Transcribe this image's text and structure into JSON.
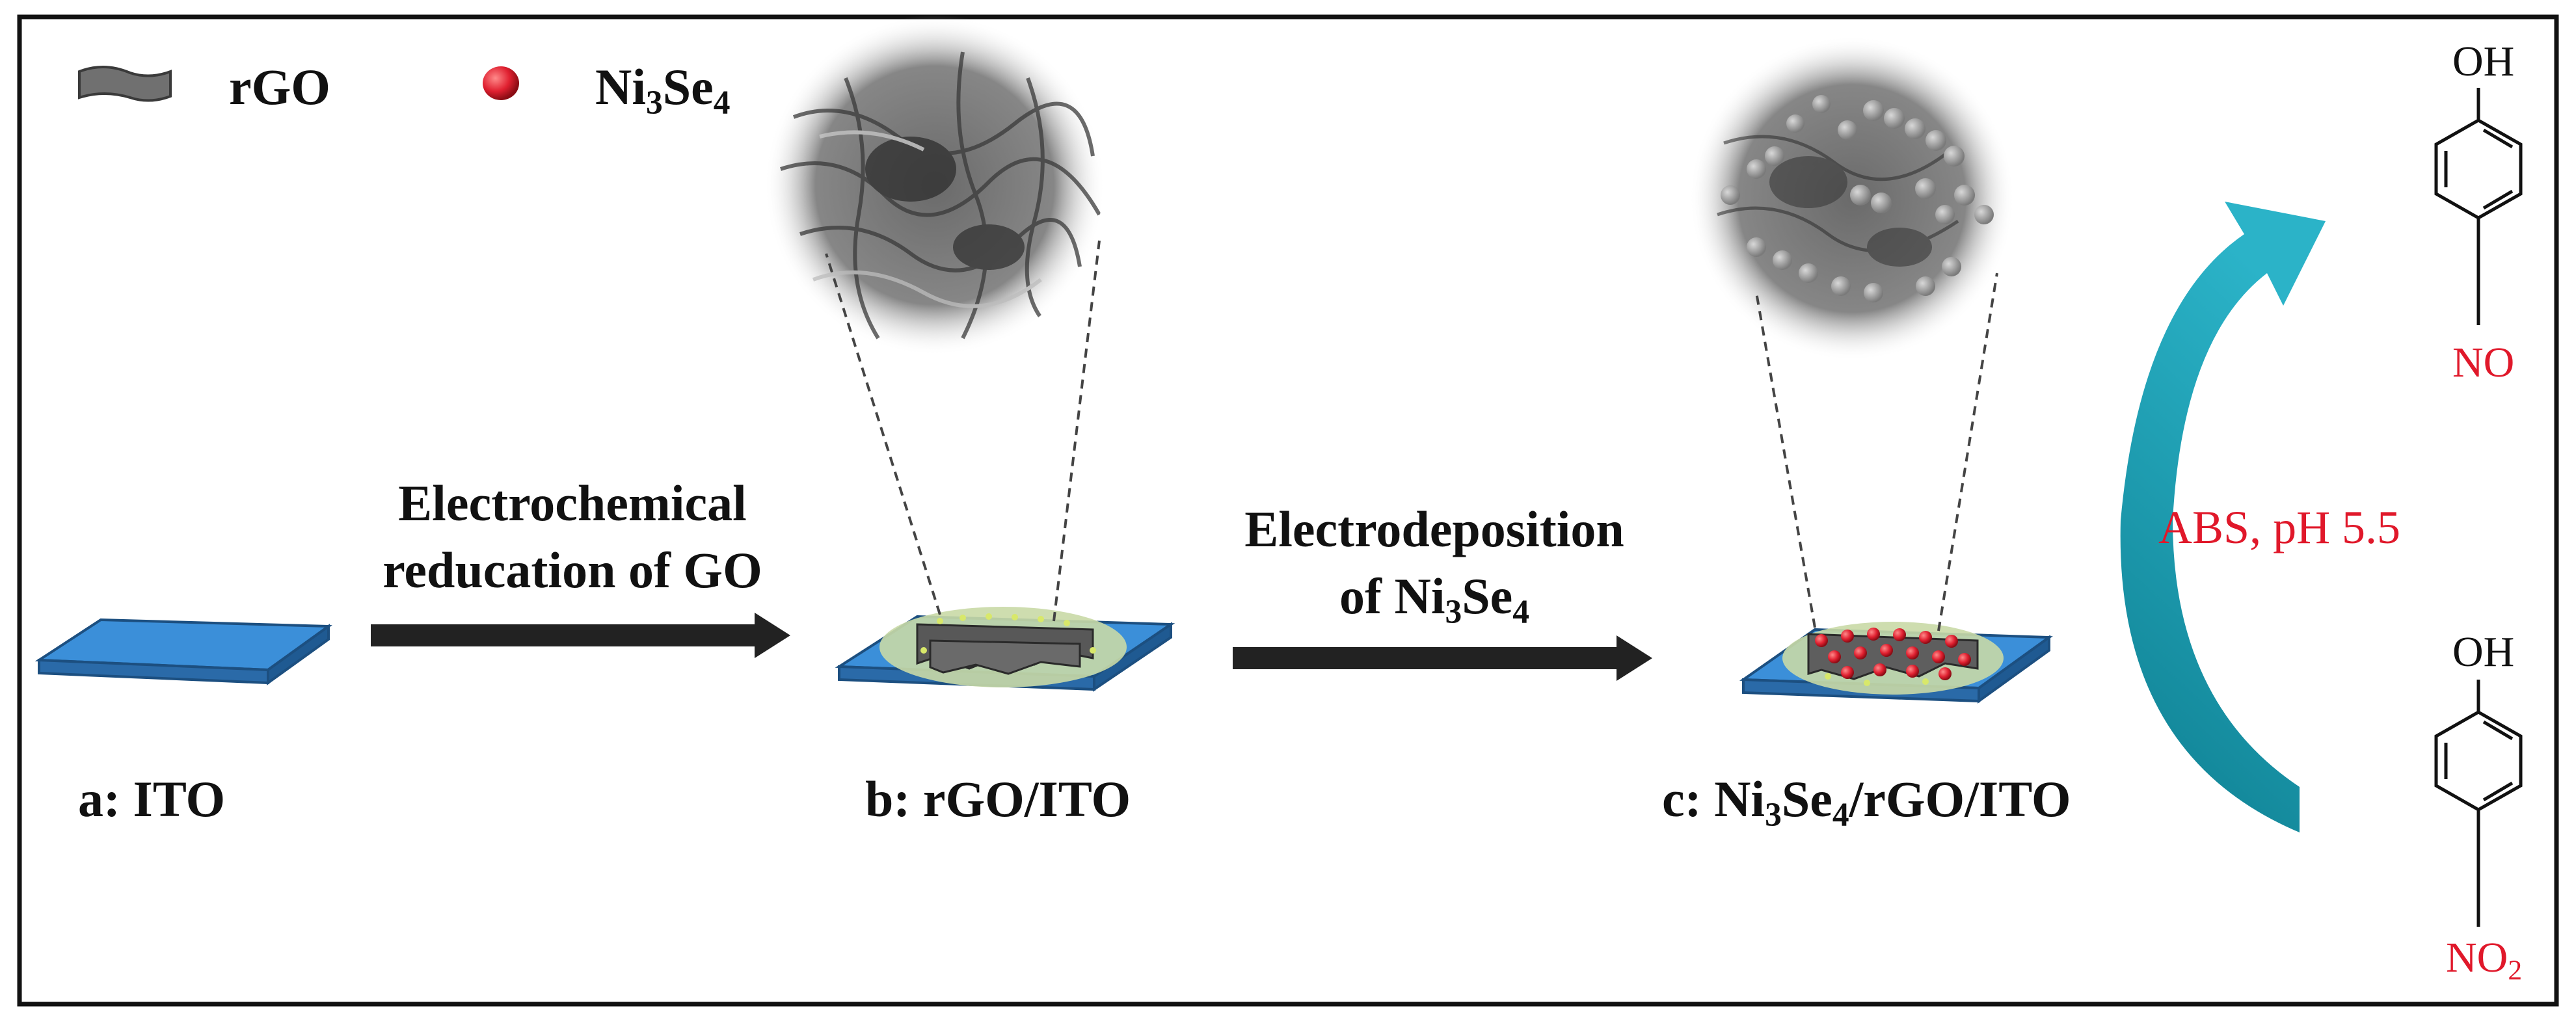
{
  "legend": {
    "rgo": "rGO",
    "ni3se4": {
      "base1": "Ni",
      "sub1": "3",
      "base2": "Se",
      "sub2": "4"
    }
  },
  "steps": {
    "a_label": "a: ITO",
    "b_label": "b: rGO/ITO",
    "c_label": {
      "prefix": "c: Ni",
      "sub1": "3",
      "mid": "Se",
      "sub2": "4",
      "suffix": "/rGO/ITO"
    }
  },
  "arrows": {
    "first": {
      "line1": "Electrochemical",
      "line2": "reducation of GO"
    },
    "second": {
      "line1": "Electrodeposition",
      "prefix": "of Ni",
      "sub1": "3",
      "mid": "Se",
      "sub2": "4"
    }
  },
  "reaction": {
    "condition": "ABS, pH 5.5",
    "top_oh": "OH",
    "top_no": "NO",
    "bottom_oh": "OH",
    "bottom_no2": {
      "base": "NO",
      "sub": "2"
    }
  },
  "colors": {
    "ito_blue": "#3b8fd9",
    "arrow_dark": "#222222",
    "curve_teal": "#1b8ea3",
    "label_red": "#e0182a",
    "particle_red": "#e02030",
    "rgo_gray": "#6e6e6e"
  }
}
